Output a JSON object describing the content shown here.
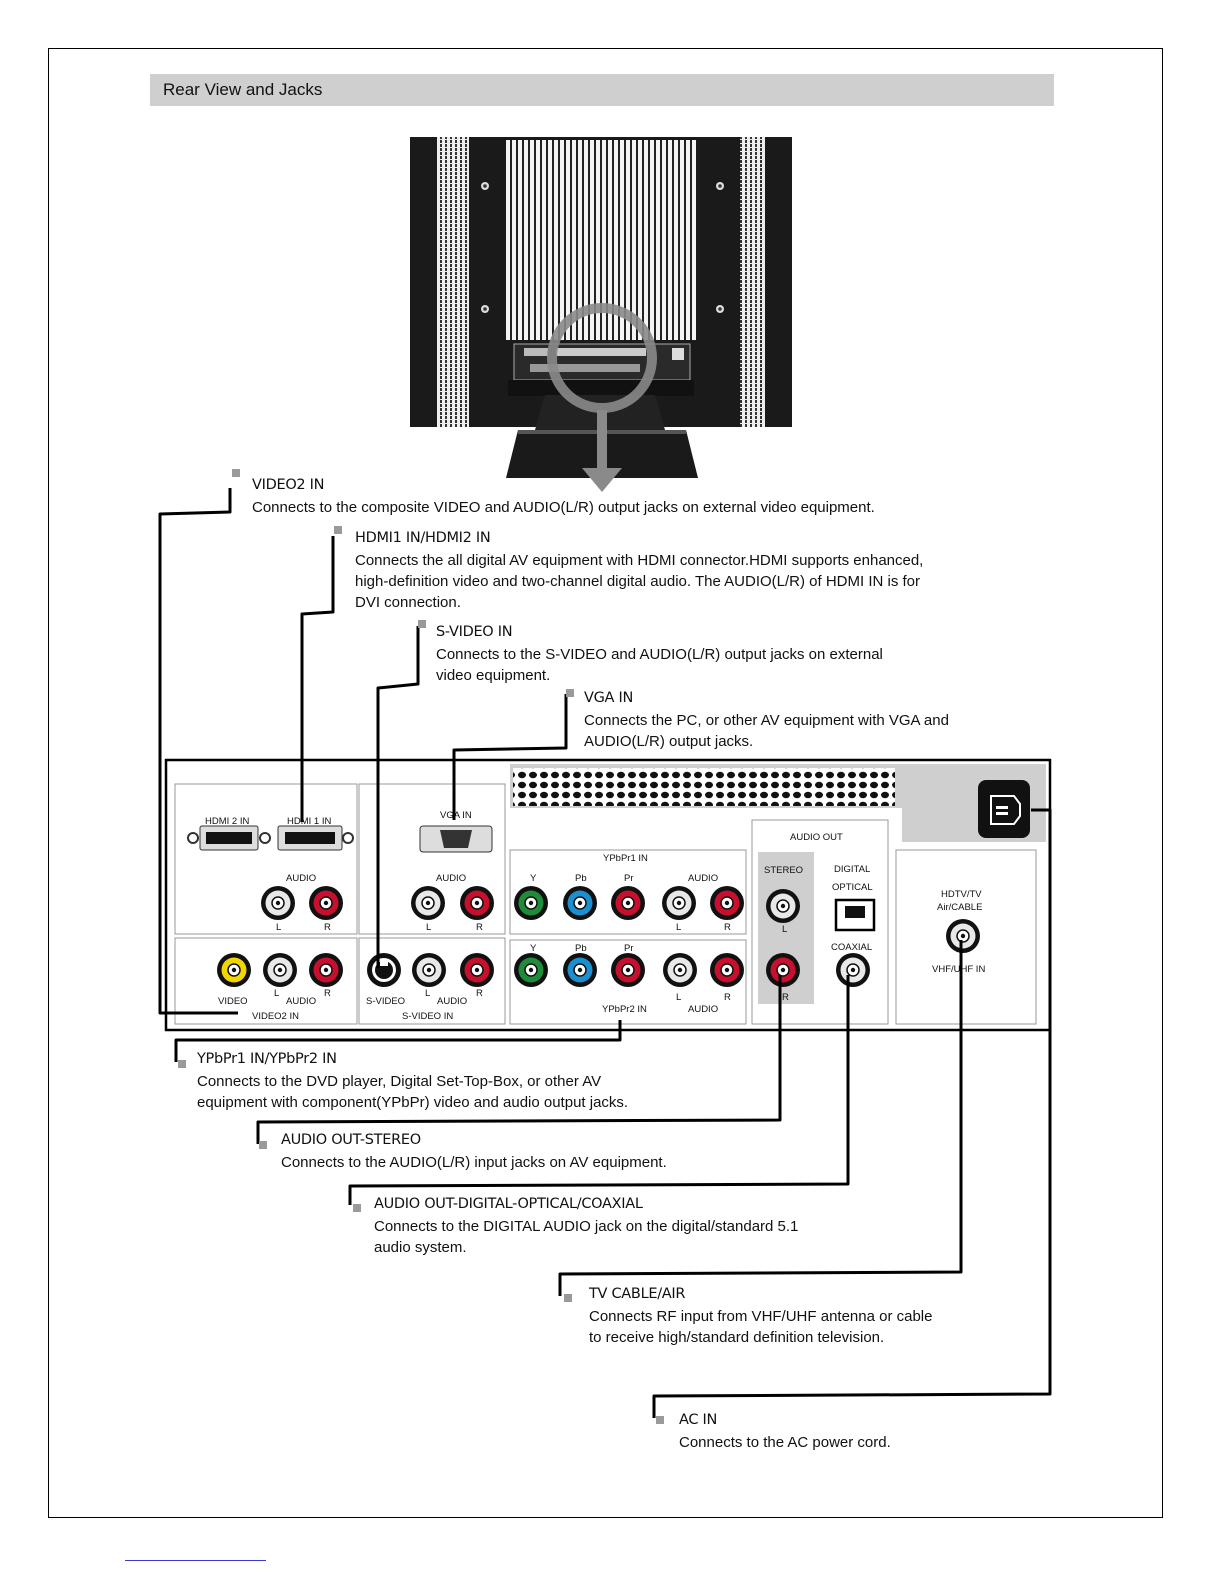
{
  "header": {
    "title": "Rear View and Jacks"
  },
  "panel_labels": {
    "hdmi2": "HDMI 2 IN",
    "hdmi1": "HDMI 1 IN",
    "vga": "VGA IN",
    "audio": "AUDIO",
    "l": "L",
    "r": "R",
    "ypbpr1": "YPbPr1 IN",
    "ypbpr2": "YPbPr2 IN",
    "y": "Y",
    "pb": "Pb",
    "pr": "Pr",
    "video": "VIDEO",
    "video2in": "VIDEO2 IN",
    "svideo": "S-VIDEO",
    "svideoin": "S-VIDEO IN",
    "audio_out": "AUDIO OUT",
    "stereo": "STEREO",
    "digital": "DIGITAL",
    "optical": "OPTICAL",
    "coaxial": "COAXIAL",
    "hdtv1": "HDTV/TV",
    "hdtv2": "Air/CABLE",
    "vhfuhf": "VHF/UHF IN"
  },
  "callouts": [
    {
      "title": "VIDEO2 IN",
      "desc": [
        "Connects to the composite VIDEO and AUDIO(L/R) output jacks on external video equipment."
      ]
    },
    {
      "title": "HDMI1 IN/HDMI2 IN",
      "desc": [
        "Connects the all digital AV equipment with HDMI connector.HDMI supports enhanced,",
        "high-definition video and two-channel digital audio.  The AUDIO(L/R) of HDMI IN is for",
        "DVI connection."
      ]
    },
    {
      "title": "S-VIDEO IN",
      "desc": [
        "Connects to the S-VIDEO and AUDIO(L/R) output jacks on external",
        "video equipment."
      ]
    },
    {
      "title": "VGA IN",
      "desc": [
        "Connects the PC, or other AV equipment with VGA and",
        "AUDIO(L/R) output jacks."
      ]
    },
    {
      "title": "YPbPr1 IN/YPbPr2 IN",
      "desc": [
        "Connects to the DVD player, Digital Set-Top-Box, or other AV",
        "equipment with component(YPbPr) video and audio output jacks."
      ]
    },
    {
      "title": "AUDIO OUT-STEREO",
      "desc": [
        "Connects to the AUDIO(L/R) input jacks on AV equipment."
      ]
    },
    {
      "title": "AUDIO OUT-DIGITAL-OPTICAL/COAXIAL",
      "desc": [
        "Connects to the DIGITAL AUDIO jack on the digital/standard 5.1",
        "audio system."
      ]
    },
    {
      "title": "TV CABLE/AIR",
      "desc": [
        "Connects RF input from VHF/UHF antenna or cable",
        "to receive high/standard definition television."
      ]
    },
    {
      "title": "AC IN",
      "desc": [
        "Connects to the AC power cord."
      ]
    }
  ],
  "colors": {
    "yellow": "#f2d600",
    "white": "#e8e8e8",
    "red": "#c8102e",
    "green": "#1e8c3a",
    "blue": "#1c8fd0"
  }
}
